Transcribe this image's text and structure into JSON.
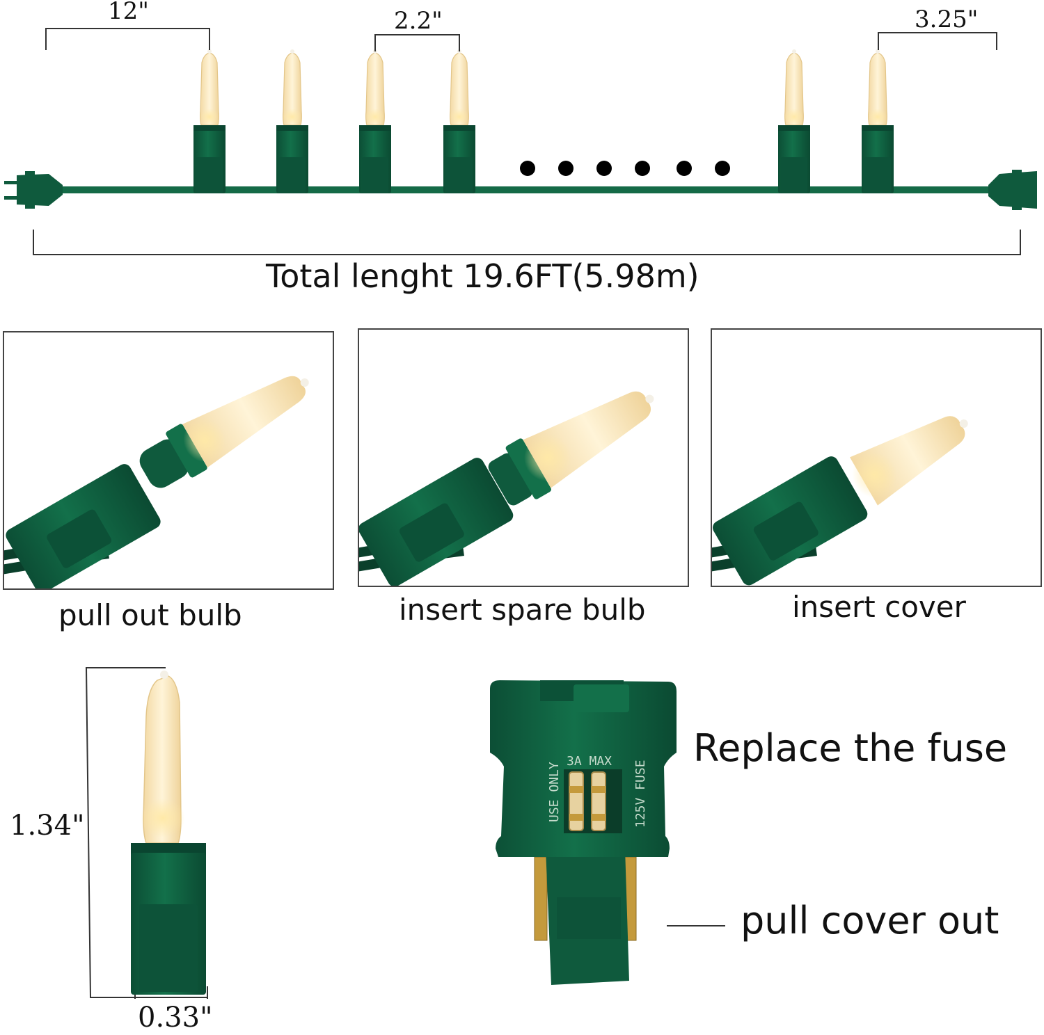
{
  "dimensions": {
    "bulb_spacing": "12\"",
    "lead_spacing": "2.2\"",
    "end_spacing": "3.25\"",
    "bulb_height": "1.34\"",
    "bulb_width": "0.33\""
  },
  "total_length": "Total lenght 19.6FT(5.98m)",
  "steps": [
    {
      "label": "pull out bulb"
    },
    {
      "label": "insert spare bulb"
    },
    {
      "label": "insert cover"
    }
  ],
  "fuse": {
    "title": "Replace the fuse",
    "cover_label": "pull cover out",
    "plug_text_left": "USE ONLY",
    "plug_text_top": "3A MAX",
    "plug_text_right": "125V FUSE"
  },
  "colors": {
    "socket_green": "#0f5a3d",
    "socket_dark": "#0a4630",
    "wire_green": "#146a47",
    "bulb_glow": "#fde8b4",
    "bulb_core": "#f6c874",
    "dimension_line": "#333333",
    "text": "#111111"
  }
}
